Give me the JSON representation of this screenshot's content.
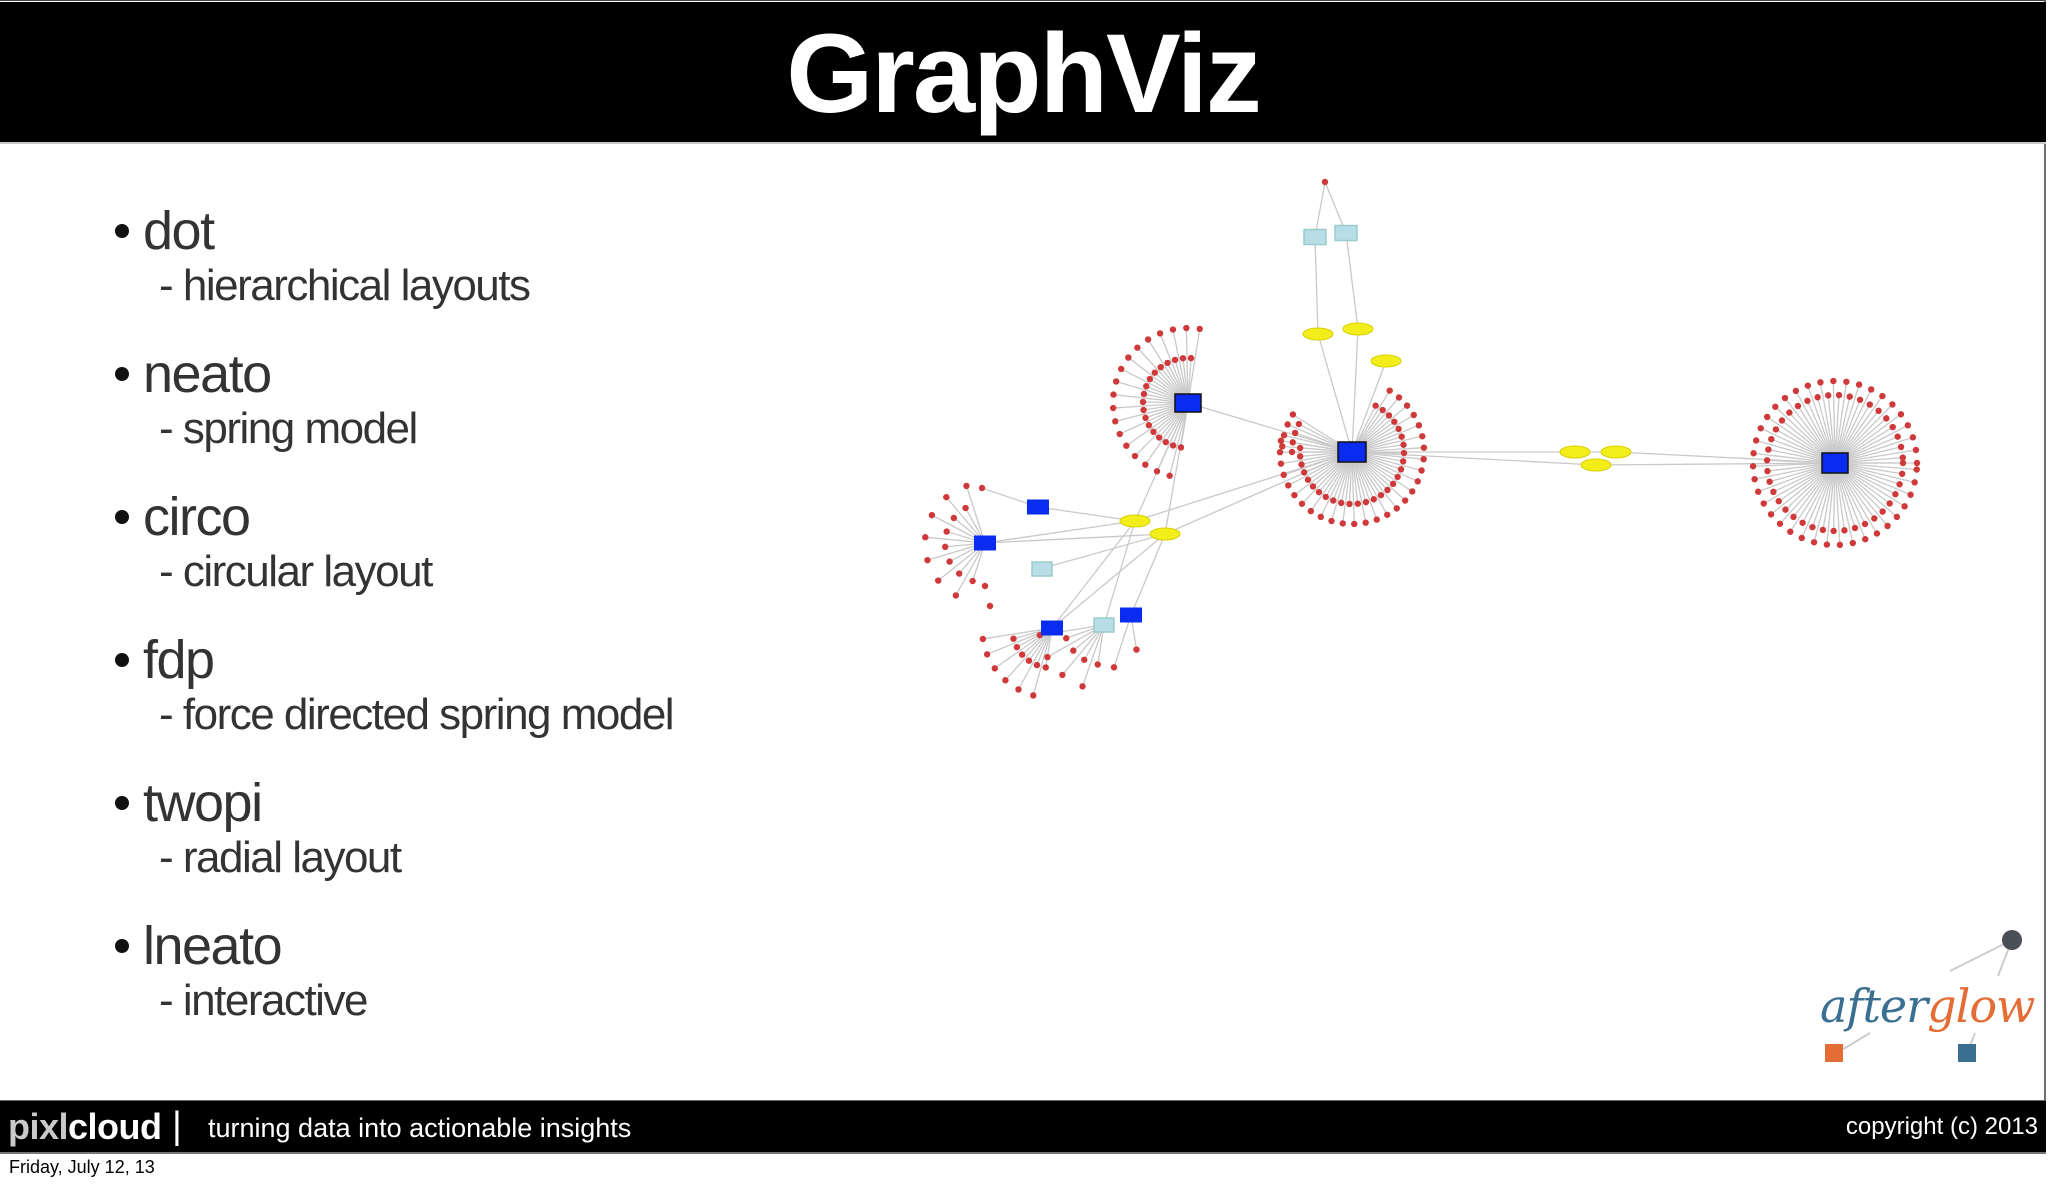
{
  "slide": {
    "title": "GraphViz",
    "bullets": [
      {
        "label": "dot",
        "sub": "- hierarchical layouts"
      },
      {
        "label": "neato",
        "sub": "- spring model"
      },
      {
        "label": "circo",
        "sub": "- circular layout"
      },
      {
        "label": "fdp",
        "sub": "- force directed spring model"
      },
      {
        "label": "twopi",
        "sub": "- radial layout"
      },
      {
        "label": "lneato",
        "sub": "- interactive"
      }
    ],
    "graph_image": {
      "description": "afterglow network graph rendered with GraphViz",
      "colors": {
        "source_node": "#0a2cf0",
        "target_node": "#d0393a",
        "event_node": "#f3ee1a",
        "label_box": "#b9dde6",
        "edge": "#c8c8c8"
      }
    },
    "logo": {
      "part1": "after",
      "part2": "glow",
      "colors": {
        "blue": "#3b6f92",
        "orange": "#e46c35",
        "dot": "#4a4f55"
      }
    }
  },
  "footer": {
    "brand_part1": "pixl",
    "brand_part2": "cloud",
    "separator": "|",
    "tagline": "turning data into actionable insights",
    "copyright": "copyright (c) 2013"
  },
  "date": "Friday, July 12, 13"
}
